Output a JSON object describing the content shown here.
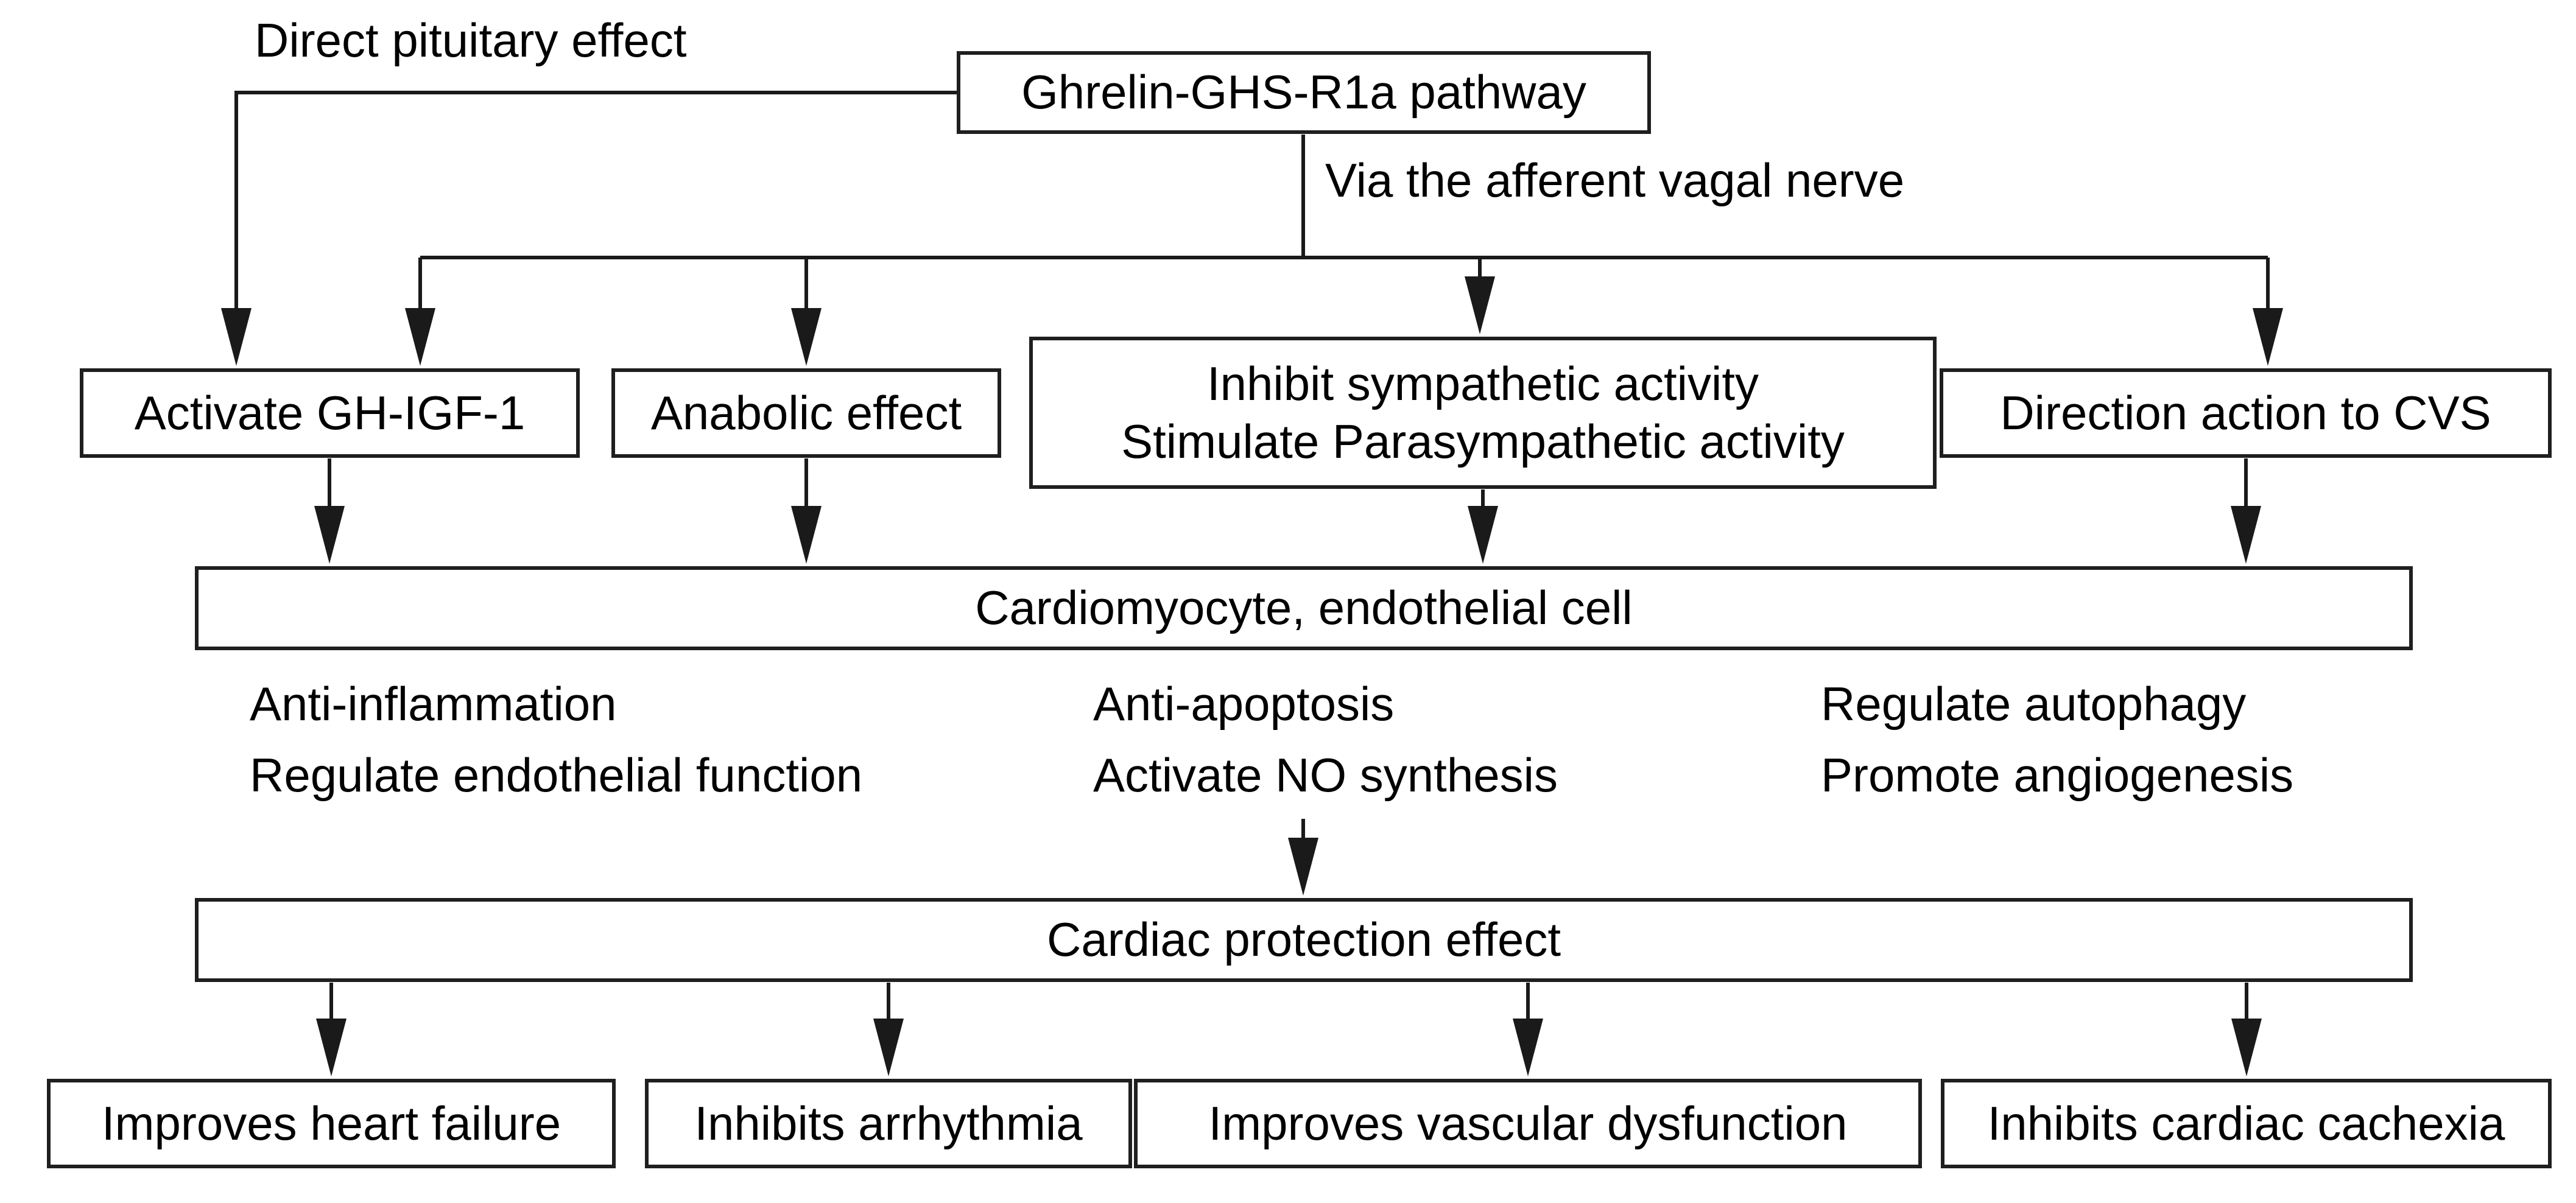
{
  "flowchart": {
    "root": {
      "label": "Ghrelin-GHS-R1a pathway"
    },
    "path_labels": {
      "direct_pituitary": "Direct pituitary effect",
      "afferent_vagal": "Via the afferent vagal nerve"
    },
    "mechanisms": [
      {
        "label": "Activate GH-IGF-1"
      },
      {
        "label": "Anabolic effect"
      },
      {
        "line1": "Inhibit sympathetic activity",
        "line2": "Stimulate Parasympathetic activity"
      },
      {
        "label": "Direction action to CVS"
      }
    ],
    "target": {
      "label": "Cardiomyocyte, endothelial cell"
    },
    "cellular_effects": {
      "col1": [
        "Anti-inflammation",
        "Regulate endothelial function"
      ],
      "col2": [
        "Anti-apoptosis",
        "Activate NO synthesis"
      ],
      "col3": [
        "Regulate autophagy",
        "Promote angiogenesis"
      ]
    },
    "protection": {
      "label": "Cardiac protection effect"
    },
    "outcomes": [
      {
        "label": "Improves heart failure"
      },
      {
        "label": "Inhibits arrhythmia"
      },
      {
        "label": "Improves vascular dysfunction"
      },
      {
        "label": "Inhibits cardiac cachexia"
      }
    ],
    "colors": {
      "background": "#ffffff",
      "box_border": "#1f1f1f",
      "line": "#1a1a1a",
      "text": "#000000"
    }
  }
}
